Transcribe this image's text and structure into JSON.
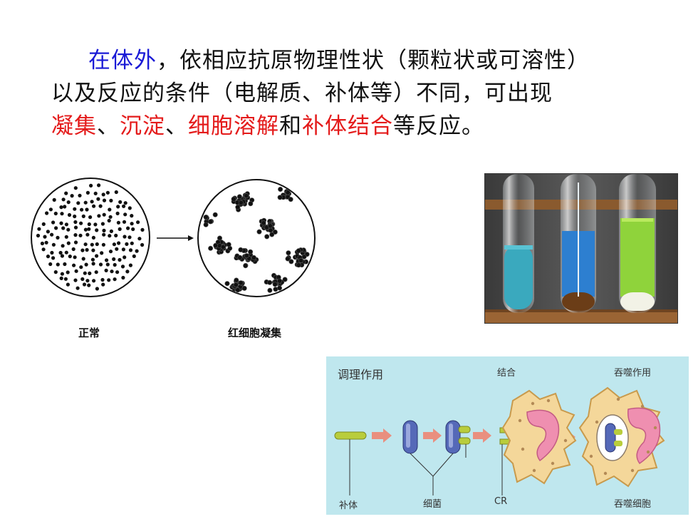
{
  "paragraph": {
    "line1": [
      {
        "text": "在体外",
        "color": "blue"
      },
      {
        "text": "，依相应抗原物理性状（颗粒状或可溶性）",
        "color": "black"
      }
    ],
    "line2": [
      {
        "text": "以及反应的条件（电解质、补体等）不同，可出现",
        "color": "black"
      }
    ],
    "line3": [
      {
        "text": "凝集",
        "color": "red"
      },
      {
        "text": "、",
        "color": "black"
      },
      {
        "text": "沉淀",
        "color": "red"
      },
      {
        "text": "、",
        "color": "black"
      },
      {
        "text": "细胞溶解",
        "color": "red"
      },
      {
        "text": "和",
        "color": "black"
      },
      {
        "text": "补体结合",
        "color": "red"
      },
      {
        "text": "等反应。",
        "color": "black"
      }
    ]
  },
  "agglutination": {
    "left_caption": "正常",
    "right_caption": "红细胞凝集"
  },
  "opsonization": {
    "title_left": "调理作用",
    "title_mid": "结合",
    "title_right": "吞噬作用",
    "label_complement": "补体",
    "label_bacteria": "细菌",
    "label_cr": "CR",
    "label_phagocyte": "吞噬细胞"
  },
  "colors": {
    "text": "#111111",
    "blue": "#1a1ad6",
    "red": "#e41b1b",
    "diagram_bg": "#bfe7ee"
  }
}
